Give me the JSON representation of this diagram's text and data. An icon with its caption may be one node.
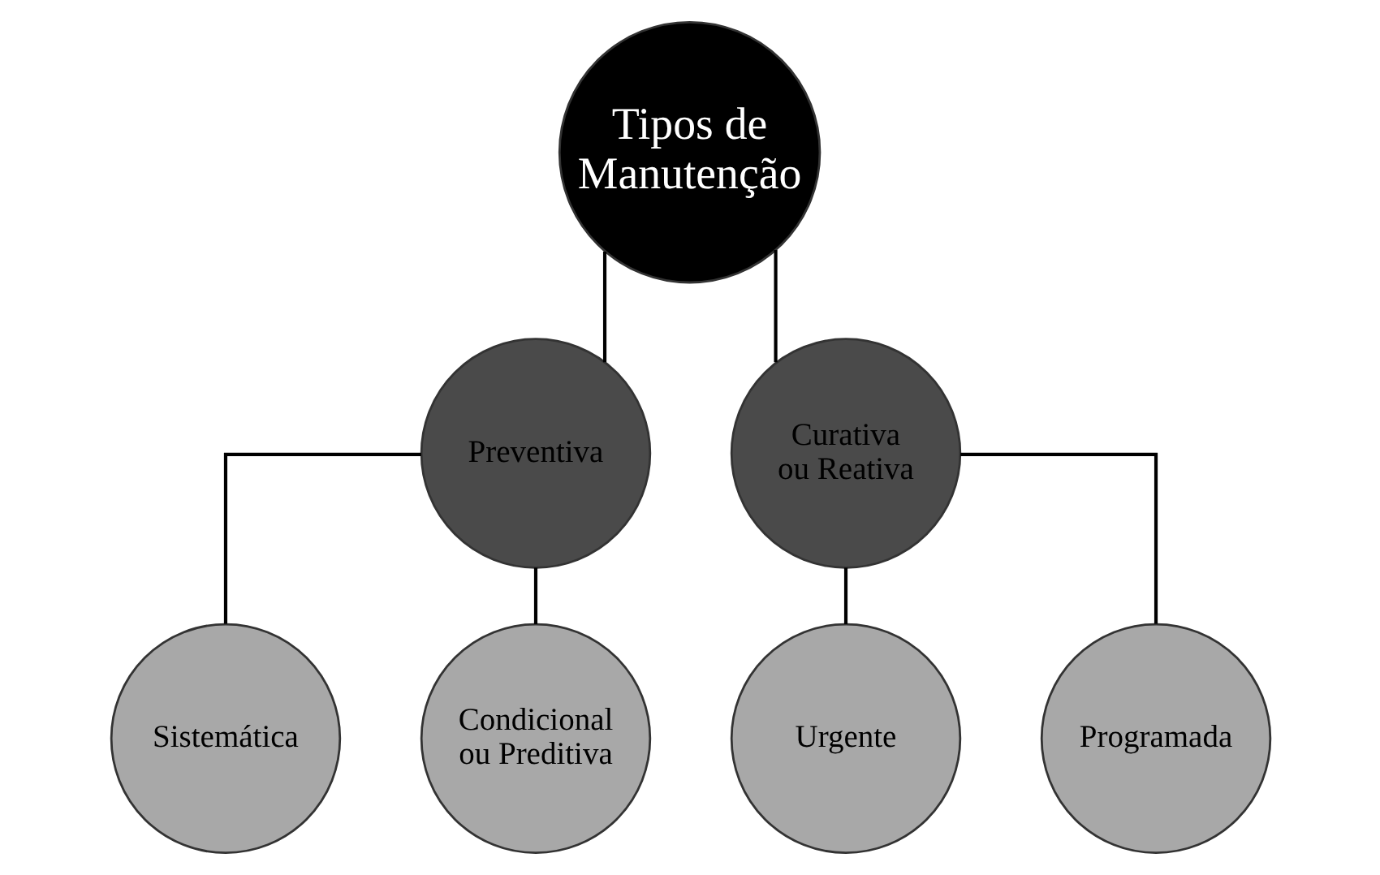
{
  "diagram": {
    "nodes": [
      {
        "text": [
          "Tipos de Manutenção"
        ]
      },
      {
        "text": [
          "Preventiva"
        ]
      },
      {
        "text": [
          "Curativa ou Reativa"
        ]
      },
      {
        "text": [
          "Sistemática"
        ]
      },
      {
        "text": [
          "Condicional ou Preditiva"
        ]
      },
      {
        "text": [
          "Urgente"
        ]
      },
      {
        "text": [
          "Programada"
        ]
      }
    ],
    "edges": [
      {
        "from": 0,
        "to": 1,
        "arrow": "none"
      },
      {
        "from": 0,
        "to": 2,
        "arrow": "none"
      },
      {
        "from": 1,
        "to": 3,
        "arrow": "none"
      },
      {
        "from": 1,
        "to": 4,
        "arrow": "none"
      },
      {
        "from": 2,
        "to": 5,
        "arrow": "none"
      },
      {
        "from": 2,
        "to": 6,
        "arrow": "none"
      }
    ]
  }
}
